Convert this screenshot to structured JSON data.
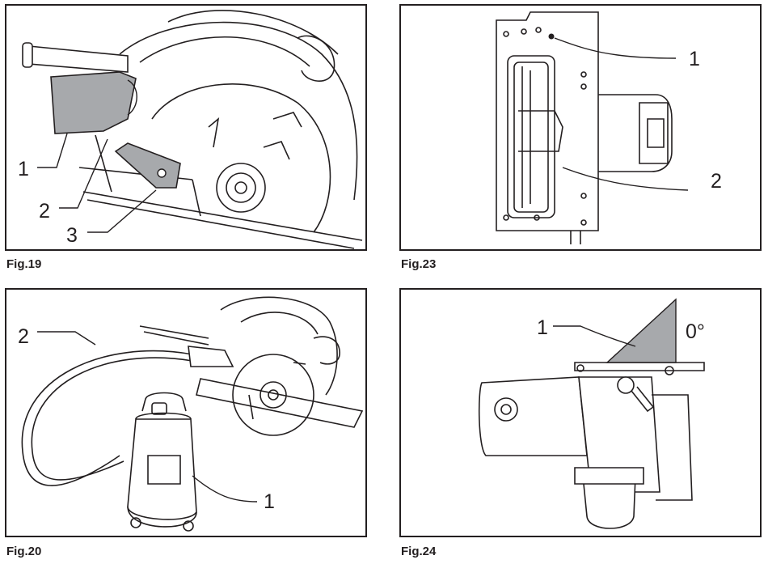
{
  "figures": [
    {
      "caption": "Fig.19",
      "callouts": [
        "1",
        "2",
        "3"
      ]
    },
    {
      "caption": "Fig.23",
      "callouts": [
        "1",
        "2"
      ]
    },
    {
      "caption": "Fig.20",
      "callouts": [
        "1",
        "2"
      ]
    },
    {
      "caption": "Fig.24",
      "callouts": [
        "1"
      ],
      "angle_label": "0°"
    }
  ],
  "colors": {
    "line": "#231f20",
    "shade": "#a7a9ac"
  }
}
